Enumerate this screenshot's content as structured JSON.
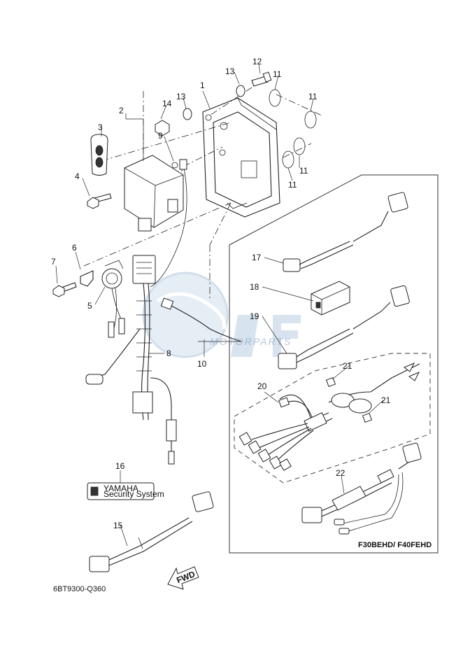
{
  "callouts": [
    "1",
    "2",
    "3",
    "4",
    "5",
    "6",
    "7",
    "8",
    "9",
    "10",
    "11",
    "11",
    "11",
    "11",
    "12",
    "13",
    "13",
    "14",
    "15",
    "16",
    "17",
    "18",
    "19",
    "20",
    "21",
    "21",
    "22"
  ],
  "label_16": {
    "brand": "YAMAHA",
    "caption": "Security System"
  },
  "watermark": "MOTORPARTS",
  "model_note": "F30BEHD/ F40FEHD",
  "fwd_arrow": "FWD",
  "diagram_code": "6BT9300-Q360",
  "colors": {
    "line": "#222222",
    "watermark": "#7896b9",
    "background": "#ffffff"
  }
}
